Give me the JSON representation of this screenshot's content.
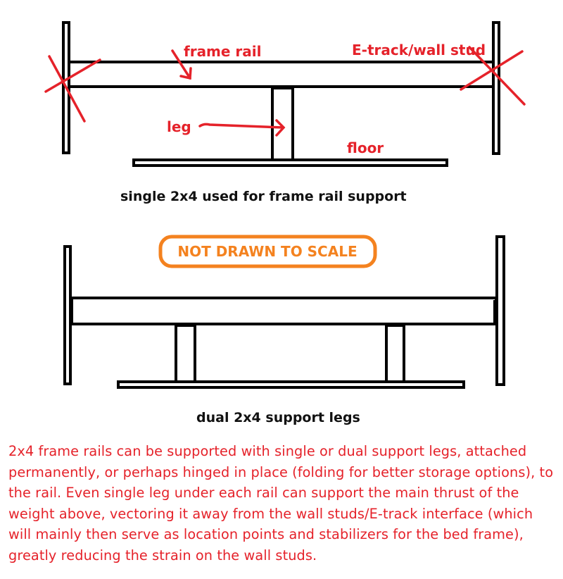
{
  "labels": {
    "frame_rail": "frame rail",
    "etrack_stud": "E-track/wall stud",
    "leg": "leg",
    "floor": "floor"
  },
  "captions": {
    "single": "single 2x4 used for frame rail support",
    "dual": "dual 2x4 support legs"
  },
  "badge": "NOT DRAWN TO SCALE",
  "description": "2x4 frame rails can be supported with single or dual support legs, attached permanently, or perhaps hinged in place (folding for better storage options), to the rail. Even  single leg under each rail can support the main thrust of the weight above, vectoring it away from the wall studs/E-track interface (which will mainly then serve as location points and stabilizers for the bed frame), greatly reducing the strain on the wall studs.",
  "colors": {
    "annotation": "#e5222a",
    "badge": "#f4821f",
    "lines": "#000000"
  }
}
